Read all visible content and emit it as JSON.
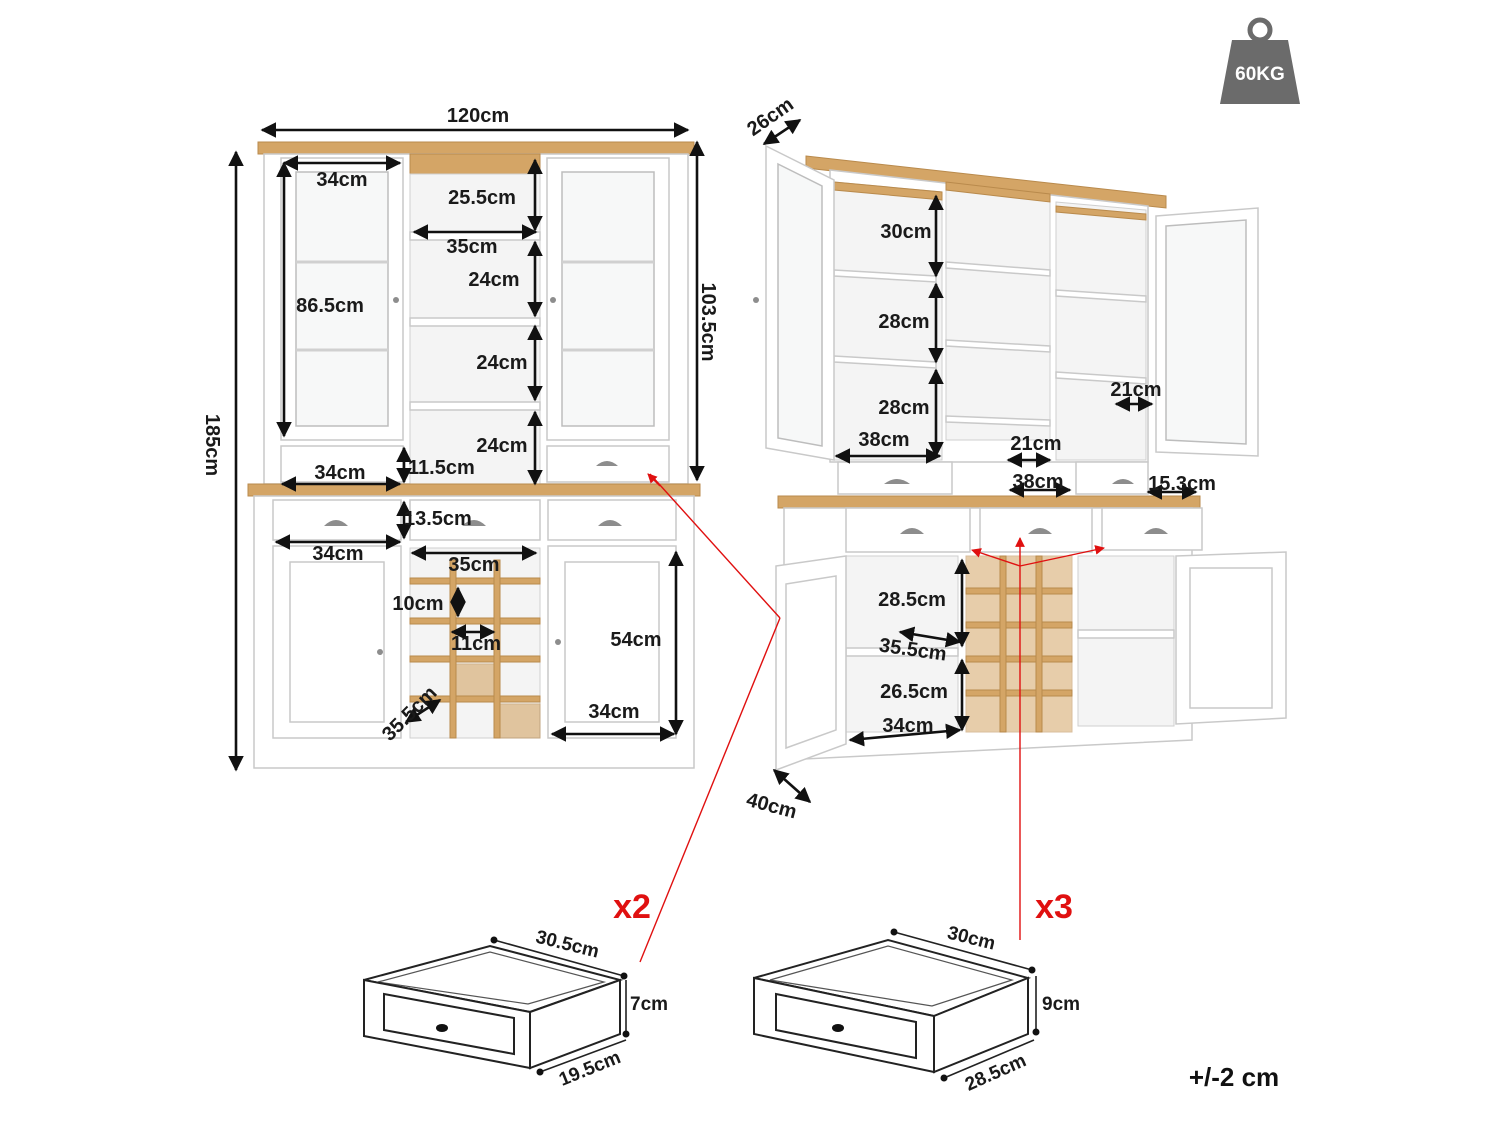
{
  "weight": {
    "label": "60KG",
    "color": "#6b6b6b"
  },
  "tolerance": "+/-2 cm",
  "front_view": {
    "width_total": "120cm",
    "height_total": "185cm",
    "height_hutch": "103.5cm",
    "door_width_top": "34cm",
    "door_height_top": "86.5cm",
    "center_top_gap": "25.5cm",
    "center_width": "35cm",
    "center_shelf_1": "24cm",
    "center_shelf_2": "24cm",
    "center_shelf_3": "24cm",
    "small_drawer_width": "34cm",
    "small_drawer_height": "11.5cm",
    "drawer_height": "13.5cm",
    "lower_door_width": "34cm",
    "wine_rack_width": "35cm",
    "wine_cell_height": "10cm",
    "wine_cell_width": "11cm",
    "wine_rack_depth": "35.5cm",
    "lower_door_height": "54cm",
    "lower_door_width_right": "34cm"
  },
  "side_view": {
    "depth_top": "26cm",
    "depth_bottom": "40cm",
    "shelf_30": "30cm",
    "shelf_28a": "28cm",
    "shelf_28b": "28cm",
    "upper_width": "38cm",
    "inner_21_right": "21cm",
    "inner_21_center": "21cm",
    "drawer_38": "38cm",
    "drawer_15_3": "15.3cm",
    "lower_28_5": "28.5cm",
    "lower_35_5": "35.5cm",
    "lower_26_5": "26.5cm",
    "lower_34": "34cm"
  },
  "drawer_small": {
    "count": "x2",
    "width": "30.5cm",
    "height": "7cm",
    "depth": "19.5cm"
  },
  "drawer_large": {
    "count": "x3",
    "width": "30cm",
    "height": "9cm",
    "depth": "28.5cm"
  }
}
